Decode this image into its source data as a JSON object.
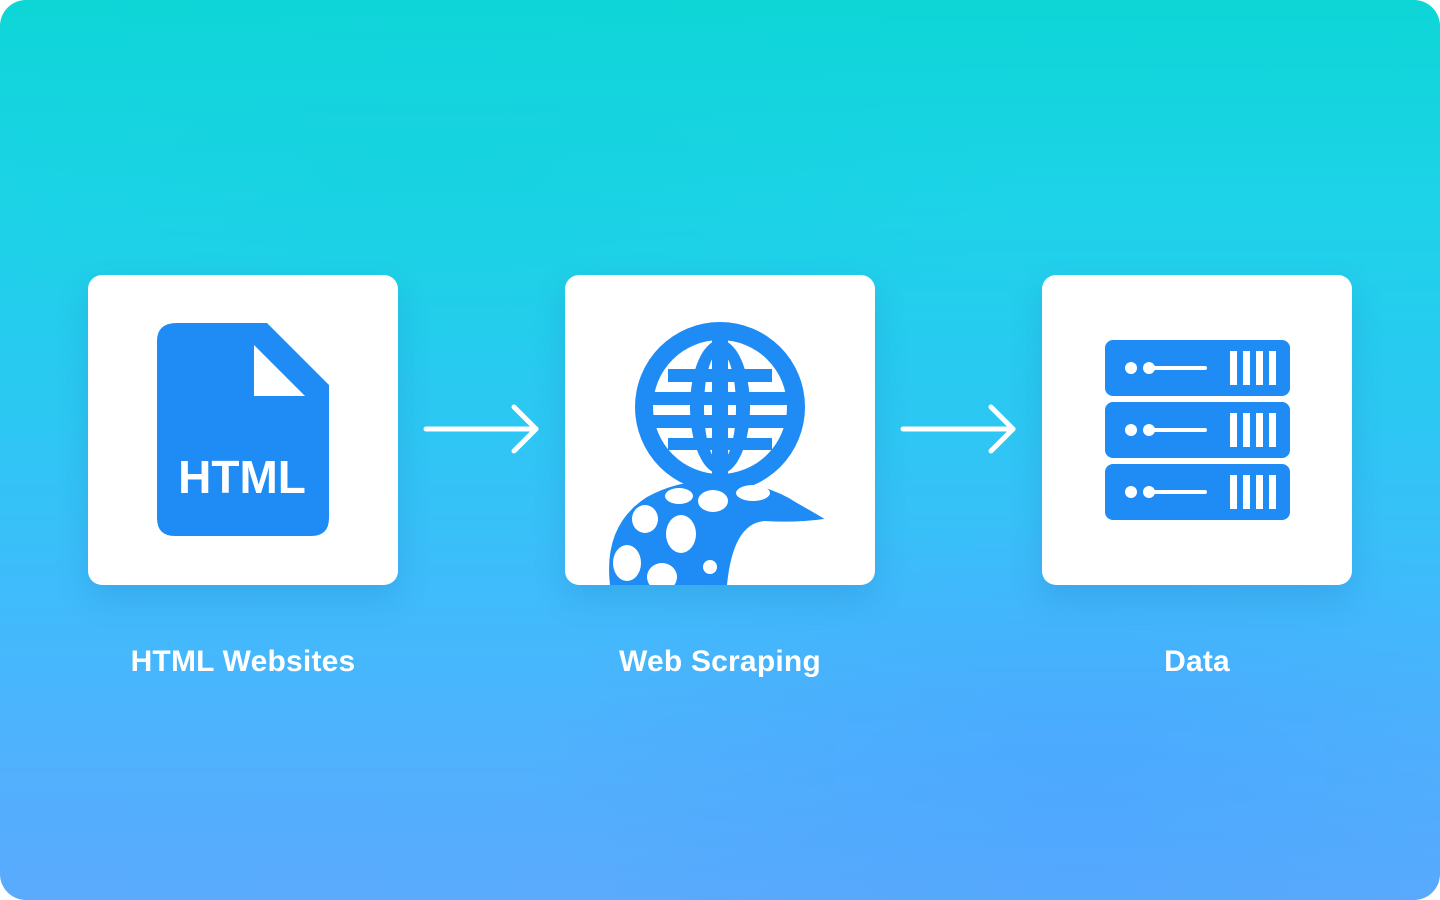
{
  "colors": {
    "icon_blue": "#1f8bf5",
    "card_bg": "#ffffff",
    "label_text": "#ffffff",
    "arrow": "#ffffff"
  },
  "steps": [
    {
      "label": "HTML Websites",
      "icon": "html-file-icon",
      "icon_text": "HTML"
    },
    {
      "label": "Web Scraping",
      "icon": "globe-octopus-icon"
    },
    {
      "label": "Data",
      "icon": "server-stack-icon"
    }
  ],
  "connectors": [
    "arrow-right-icon",
    "arrow-right-icon"
  ]
}
